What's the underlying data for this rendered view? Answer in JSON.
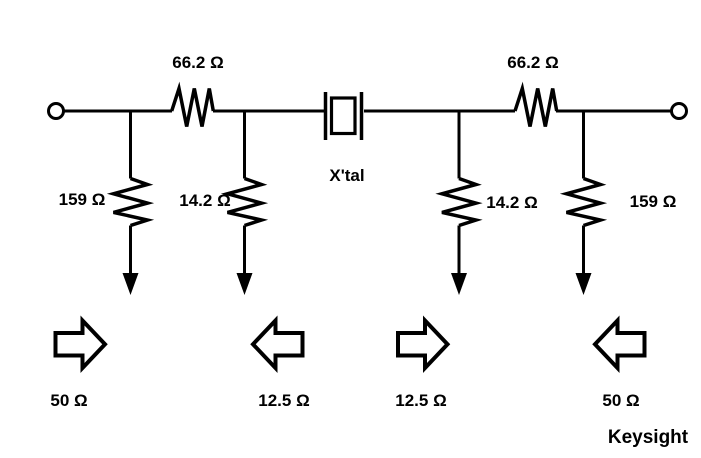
{
  "brand": {
    "logo_text": "Keysight"
  },
  "colors": {
    "ink": "#000000",
    "background": "#ffffff"
  },
  "circuit": {
    "crystal_label": "X'tal",
    "series_resistor_labels": [
      "66.2 Ω",
      "66.2 Ω"
    ],
    "shunt_resistor_labels": [
      "159 Ω",
      "14.2 Ω",
      "14.2 Ω",
      "159 Ω"
    ],
    "impedance_labels": [
      "50 Ω",
      "12.5 Ω",
      "12.5 Ω",
      "50 Ω"
    ],
    "impedance_arrow_directions": [
      "right",
      "left",
      "right",
      "left"
    ]
  }
}
